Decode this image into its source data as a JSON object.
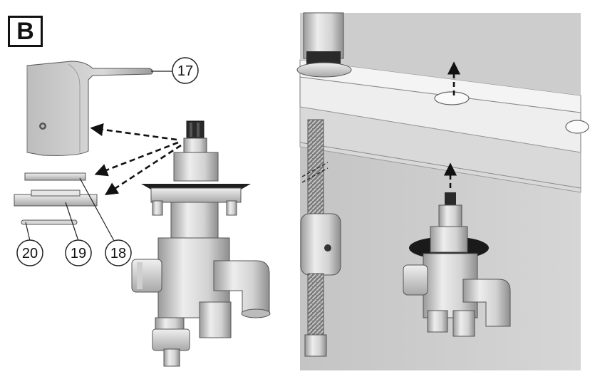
{
  "step_label": "B",
  "callouts": [
    {
      "id": "17",
      "label": "17"
    },
    {
      "id": "18",
      "label": "18"
    },
    {
      "id": "19",
      "label": "19"
    },
    {
      "id": "20",
      "label": "20"
    }
  ],
  "colors": {
    "part_light": "#e2e2e2",
    "part_mid": "#c9c9c9",
    "part_dark": "#8f8f8f",
    "outline": "#3a3a3a",
    "background_photo": "#cfcfcf",
    "gasket_black": "#1a1a1a"
  }
}
